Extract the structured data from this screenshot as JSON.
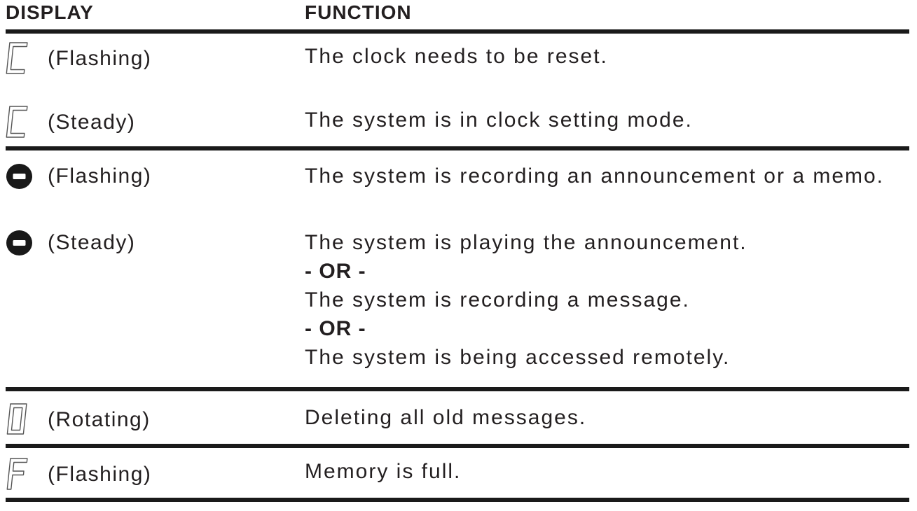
{
  "header": {
    "display_label": "DISPLAY",
    "function_label": "FUNCTION"
  },
  "colors": {
    "text": "#231f20",
    "rule": "#1a1a1a",
    "icon_black": "#191919",
    "segment_outline": "#555555"
  },
  "groups": [
    {
      "rows": [
        {
          "icon": "seven-segment-c",
          "state_label": "(Flashing)",
          "function_lines": [
            {
              "text": "The clock needs to be reset.",
              "bold": false
            }
          ]
        },
        {
          "icon": "seven-segment-c",
          "state_label": "(Steady)",
          "function_lines": [
            {
              "text": "The system is in clock setting mode.",
              "bold": false
            }
          ]
        }
      ]
    },
    {
      "rows": [
        {
          "icon": "record-indicator",
          "state_label": "(Flashing)",
          "function_lines": [
            {
              "text": "The system is recording an announcement or a memo.",
              "bold": false
            }
          ]
        },
        {
          "icon": "record-indicator",
          "state_label": "(Steady)",
          "function_lines": [
            {
              "text": "The system is playing the announcement.",
              "bold": false
            },
            {
              "text": "- OR -",
              "bold": true
            },
            {
              "text": "The system is recording a message.",
              "bold": false
            },
            {
              "text": "- OR -",
              "bold": true
            },
            {
              "text": "The system is being accessed remotely.",
              "bold": false
            }
          ]
        }
      ]
    },
    {
      "rows": [
        {
          "icon": "seven-segment-zero",
          "state_label": "(Rotating)",
          "function_lines": [
            {
              "text": "Deleting all old messages.",
              "bold": false
            }
          ]
        }
      ]
    },
    {
      "rows": [
        {
          "icon": "seven-segment-f",
          "state_label": "(Flashing)",
          "function_lines": [
            {
              "text": "Memory is full.",
              "bold": false
            }
          ]
        }
      ]
    }
  ]
}
